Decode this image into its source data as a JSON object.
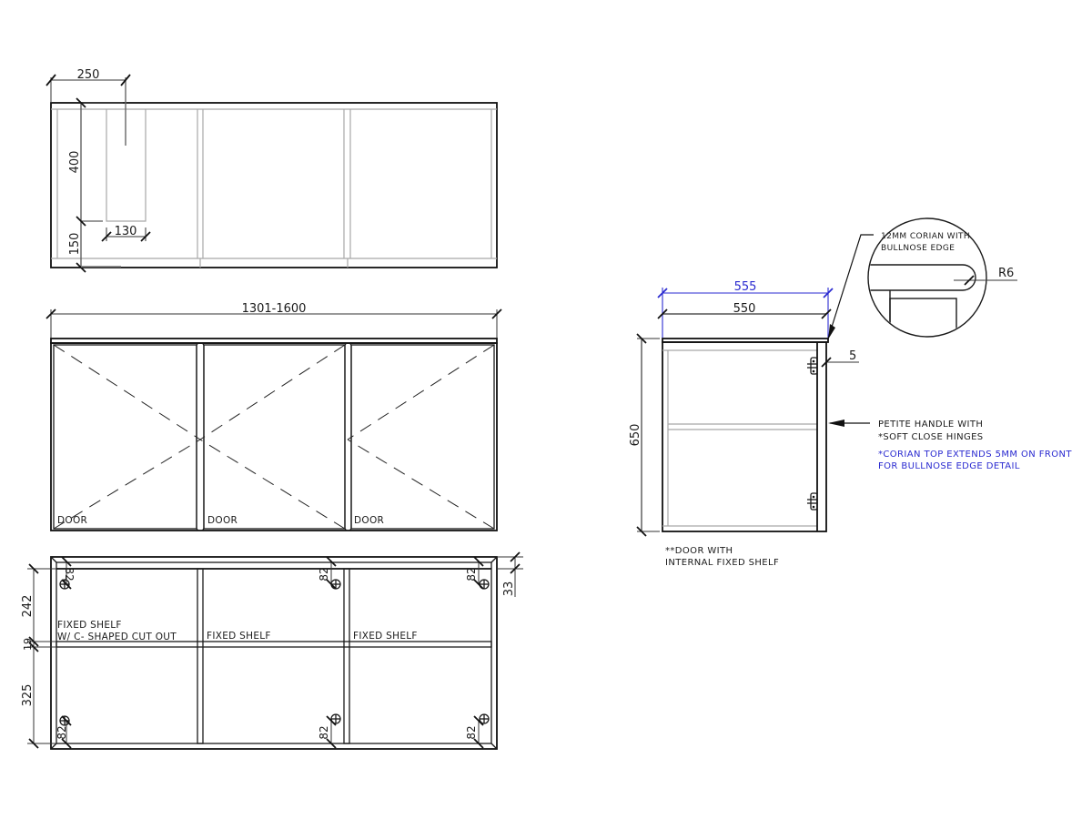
{
  "drawing": {
    "top_elevation": {
      "dimensions": {
        "cutout_offset": "250",
        "cutout_depth": "400",
        "cutout_width": "130",
        "base_height": "150"
      }
    },
    "front_elevation": {
      "overall_width": "1301-1600",
      "doors": [
        {
          "label": "DOOR"
        },
        {
          "label": "DOOR"
        },
        {
          "label": "DOOR"
        }
      ]
    },
    "internal_view": {
      "dimensions": {
        "upper_height": "242",
        "shelf_thickness": "19",
        "lower_height": "325",
        "top_offset": "33",
        "hinge_offset": "82"
      },
      "shelves": [
        {
          "line1": "FIXED SHELF",
          "line2": "W/ C- SHAPED CUT OUT"
        },
        {
          "line1": "FIXED SHELF",
          "line2": ""
        },
        {
          "line1": "FIXED SHELF",
          "line2": ""
        }
      ]
    },
    "side_elevation": {
      "dimensions": {
        "top_depth": "555",
        "body_depth": "550",
        "height": "650",
        "overhang": "5"
      },
      "detail": {
        "label_line1": "12MM CORIAN WITH",
        "label_line2": "BULLNOSE EDGE",
        "radius": "R6"
      },
      "notes": {
        "handle_line1": "PETITE HANDLE WITH",
        "handle_line2": "*SOFT CLOSE HINGES",
        "corian_line1": "*CORIAN TOP EXTENDS 5MM ON FRONT",
        "corian_line2": "FOR BULLNOSE EDGE DETAIL",
        "door_line1": "**DOOR WITH",
        "door_line2": "INTERNAL FIXED SHELF"
      }
    },
    "colors": {
      "line": "#1a1a1a",
      "light_line": "#a8a8a8",
      "annotation_blue": "#2a2ad0",
      "background": "#ffffff"
    }
  }
}
